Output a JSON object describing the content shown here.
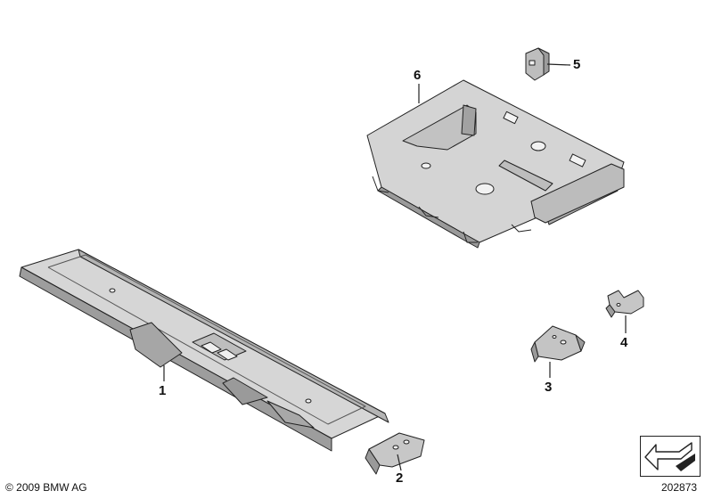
{
  "diagram": {
    "callouts": [
      {
        "id": "1",
        "label": "1"
      },
      {
        "id": "2",
        "label": "2"
      },
      {
        "id": "3",
        "label": "3"
      },
      {
        "id": "4",
        "label": "4"
      },
      {
        "id": "5",
        "label": "5"
      },
      {
        "id": "6",
        "label": "6"
      }
    ],
    "copyright": "© 2009 BMW AG",
    "drawing_number": "202873"
  },
  "colors": {
    "part_fill": "#d9d9d9",
    "part_shade": "#a8a8a8",
    "part_dark": "#6e6e6e",
    "line": "#222222",
    "text": "#111111"
  },
  "icons": [
    "parts-list-arrow-icon"
  ]
}
